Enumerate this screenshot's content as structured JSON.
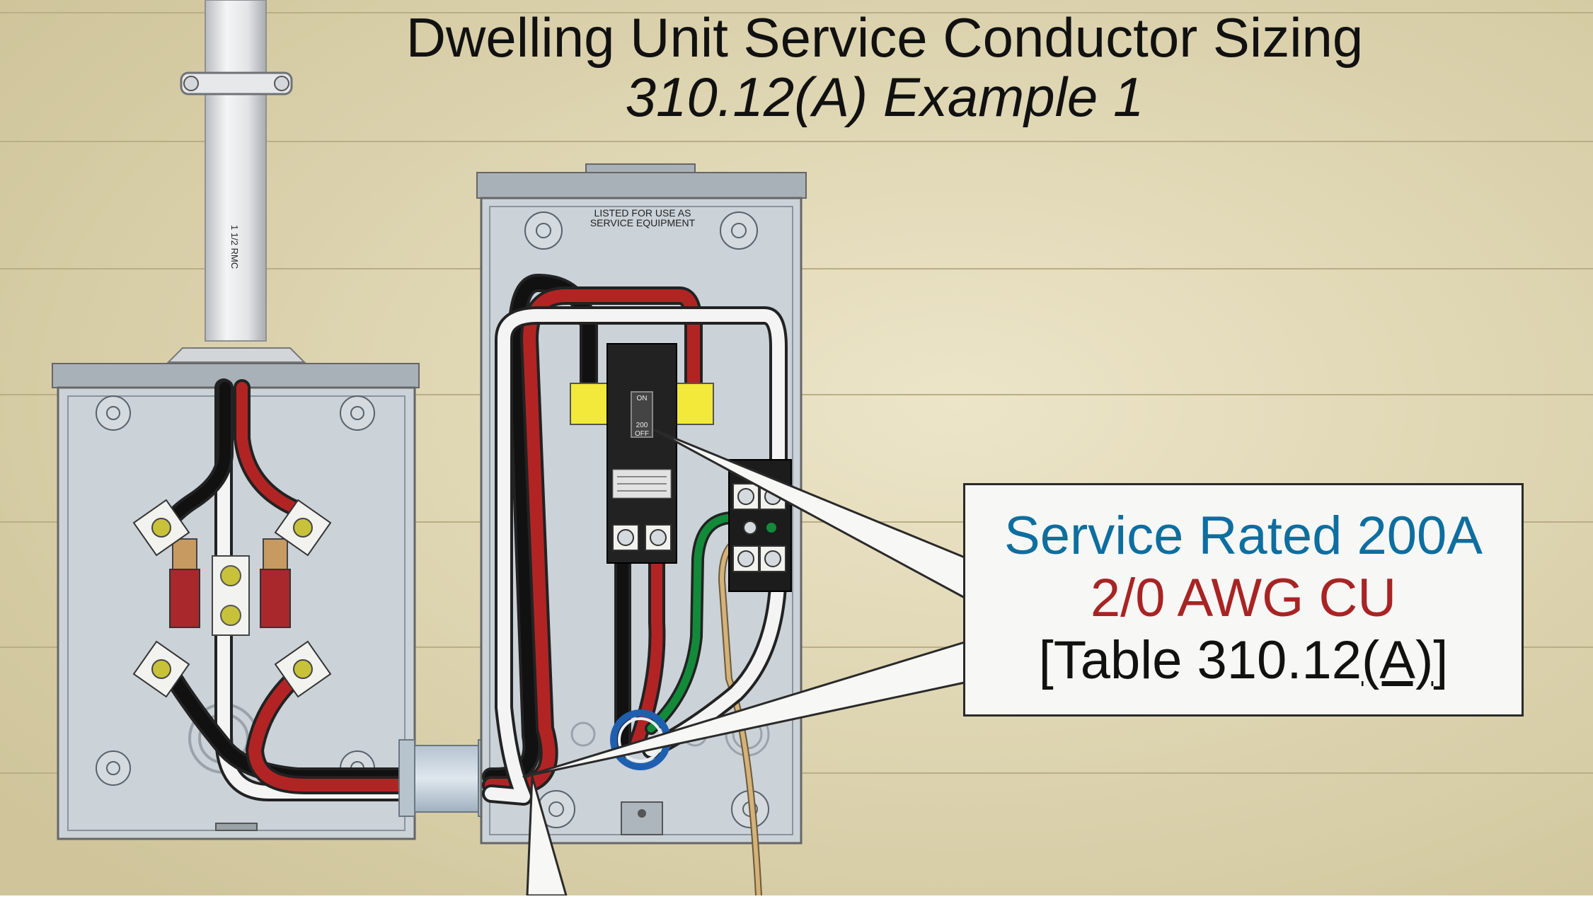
{
  "title": {
    "line1": "Dwelling Unit Service Conductor Sizing",
    "line2": "310.12(A) Example 1"
  },
  "callout": {
    "line1": "Service Rated 200A",
    "line2": "2/0 AWG CU",
    "line3_prefix": "[Table 310.12",
    "line3_underlined": "(A)",
    "line3_suffix": "]"
  },
  "conduit_label": "1 1/2 RMC",
  "panel_label": {
    "line1": "LISTED FOR USE AS",
    "line2": "SERVICE EQUIPMENT"
  },
  "breaker": {
    "on_label": "ON",
    "rating": "200",
    "off_label": "OFF"
  },
  "colors": {
    "wall": "#dcd3ad",
    "enclosure": "#c9d0d6",
    "hot_black": "#111111",
    "hot_red": "#b22424",
    "neutral_white": "#f4f4f4",
    "ground_green": "#138a3a",
    "gec_tan": "#d4b27a",
    "lug_yellow": "#f2e93a",
    "callout_blue": "#0d6ea0",
    "callout_red": "#a82424"
  }
}
